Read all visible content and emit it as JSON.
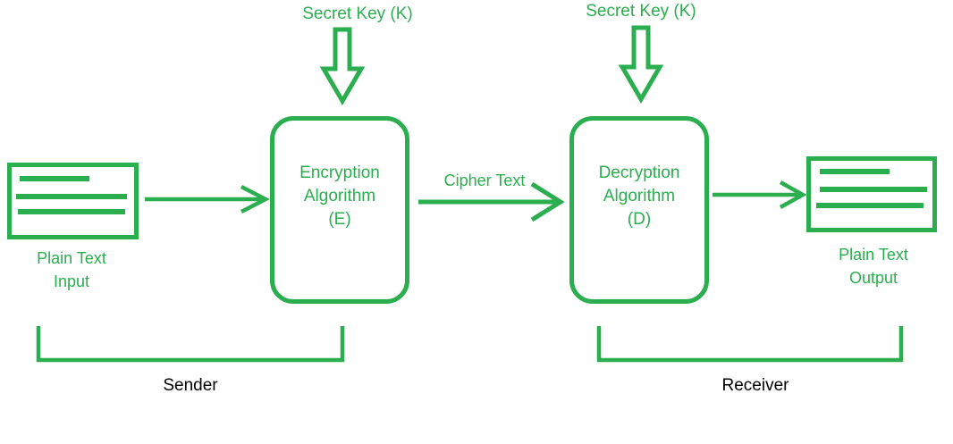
{
  "colors": {
    "green": "#2bae4f",
    "label_dark": "#000000",
    "background": "#ffffff"
  },
  "sender": {
    "secret_key_label": "Secret Key (K)",
    "input_label": [
      "Plain Text",
      "Input"
    ],
    "box_label": [
      "Encryption",
      "Algorithm",
      "(E)"
    ],
    "bracket_label": "Sender"
  },
  "channel": {
    "cipher_label": "Cipher Text"
  },
  "receiver": {
    "secret_key_label": "Secret Key (K)",
    "box_label": [
      "Decryption",
      "Algorithm",
      "(D)"
    ],
    "output_label": [
      "Plain Text",
      "Output"
    ],
    "bracket_label": "Receiver"
  },
  "icons": {
    "secret_key_arrows": "arrow-down-icon",
    "flow_arrows": "arrow-right-icon",
    "plain_text_nodes": "document-icon",
    "group_markers": "bracket-icon"
  }
}
